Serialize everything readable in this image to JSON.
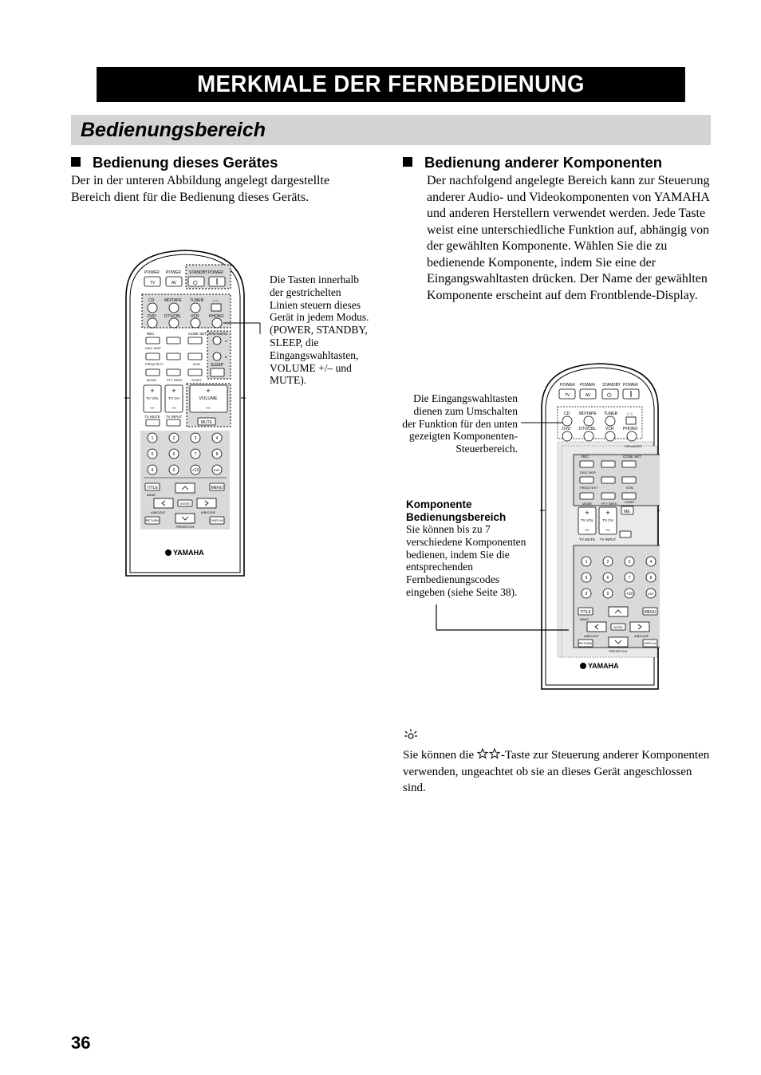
{
  "header": {
    "title": "MERKMALE DER FERNBEDIENUNG"
  },
  "section": {
    "title": "Bedienungsbereich"
  },
  "left": {
    "heading": "Bedienung dieses Gerätes",
    "body": "Der in der unteren Abbildung angelegt dargestellte Bereich dient für die Bedienung dieses Geräts.",
    "callout": "Die Tasten innerhalb der gestrichelten Linien steuern dieses Gerät in jedem Modus. (POWER, STANDBY, SLEEP, die Eingangswahltasten, VOLUME +/– und MUTE)."
  },
  "right": {
    "heading": "Bedienung anderer Komponenten",
    "body": "Der nachfolgend angelegte Bereich kann zur Steuerung anderer Audio- und Videokomponenten von YAMAHA und anderen Herstellern verwendet werden. Jede Taste weist eine unterschiedliche Funktion auf, abhängig von der gewählten Komponente. Wählen Sie die zu bedienende Komponente, indem Sie eine der Eingangswahltasten drücken. Der Name der gewählten Komponente erscheint auf dem Frontblende-Display.",
    "callout_input": "Die Eingangswahltasten dienen zum Umschalten der Funktion für den unten gezeigten Komponenten-Steuerbereich.",
    "component_heading_1": "Komponente",
    "component_heading_2": "Bedienungsbereich",
    "component_body": "Sie können bis zu 7 verschiedene Komponenten bedienen, indem Sie die entsprechenden Fernbedienungscodes eingeben (siehe Seite 38).",
    "tip_pre": "Sie können die",
    "tip_post": "-Taste zur Steuerung anderer Komponenten verwenden, ungeachtet ob sie an dieses Gerät angeschlossen sind."
  },
  "remote": {
    "power": "POWER",
    "standby": "STANDBY",
    "tv": "TV",
    "av": "AV",
    "cd": "CD",
    "mdtape": "MD/TAPE",
    "tuner": "TUNER",
    "stars": "☆☆",
    "dvd": "DVD",
    "dtvcbl": "DTV/CBL",
    "vcr": "VCR",
    "phono": "PHONO",
    "rec": "REC",
    "codeset": "CODE SET",
    "speakers": "SPEAKERS",
    "discskip": "DISC SKIP",
    "freqtext": "FREQ/TEXT",
    "edn": "EON",
    "sleep": "SLEEP",
    "mode": "MODE",
    "ptyseek": "PTY SEEK",
    "start": "START",
    "tvvol": "TV VOL",
    "tvch": "TV CH",
    "volume": "VOLUME",
    "tvmute": "TV MUTE",
    "tvinput": "TV INPUT",
    "mute": "MUTE",
    "n1": "1",
    "n2": "2",
    "n3": "3",
    "n4": "4",
    "n5": "5",
    "n6": "6",
    "n7": "7",
    "n8": "8",
    "n9": "9",
    "n0": "0",
    "n10": "+10",
    "ent": "ENT",
    "title": "TITLE",
    "band": "BAND",
    "menu": "MENU",
    "enter": "ENTER",
    "abcde": "A/B/C/D/E",
    "return": "RETURN",
    "display": "DISPLAY",
    "presetch": "PRESET/CH",
    "brand": "YAMAHA",
    "a": "A",
    "b": "B",
    "plus": "+",
    "minus": "–",
    "trunc": "ME"
  },
  "page": {
    "number": "36"
  }
}
